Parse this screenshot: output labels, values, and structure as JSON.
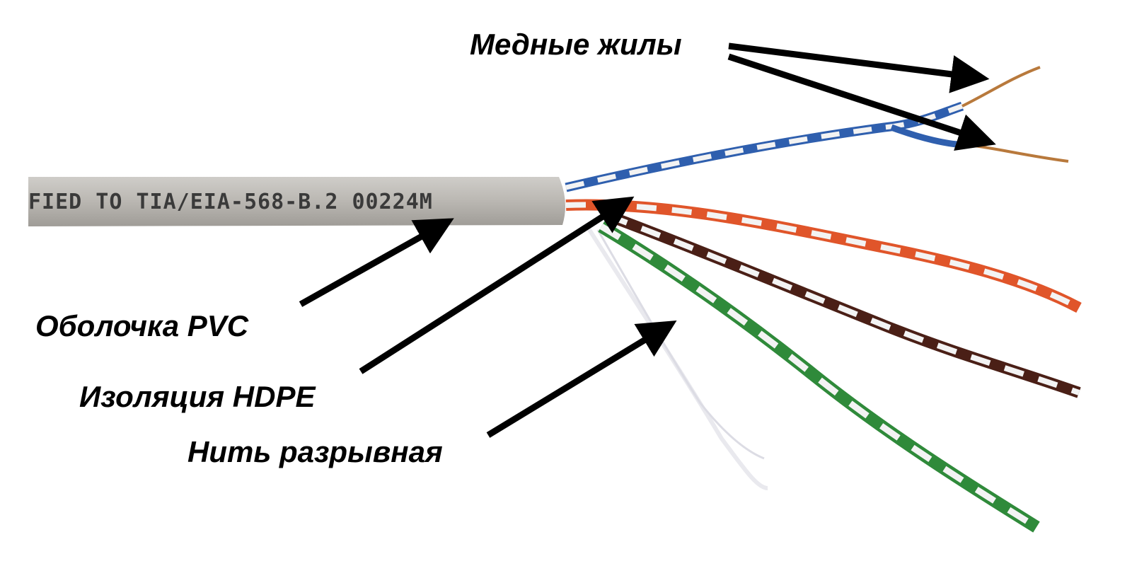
{
  "labels": {
    "copper_conductors": "Медные жилы",
    "pvc_jacket": "Оболочка PVC",
    "hdpe_insulation": "Изоляция HDPE",
    "rip_cord": "Нить разрывная"
  },
  "jacket_print": "FIED TO TIA/EIA-568-B.2 00224M",
  "colors": {
    "jacket": "#b9b6b1",
    "pair_blue": "#2f5fae",
    "pair_orange": "#e0552a",
    "pair_brown": "#4a1f16",
    "pair_green": "#2f8a3a",
    "stripe_white": "#f3f3f3",
    "copper": "#b8793c",
    "arrow": "#000000"
  }
}
